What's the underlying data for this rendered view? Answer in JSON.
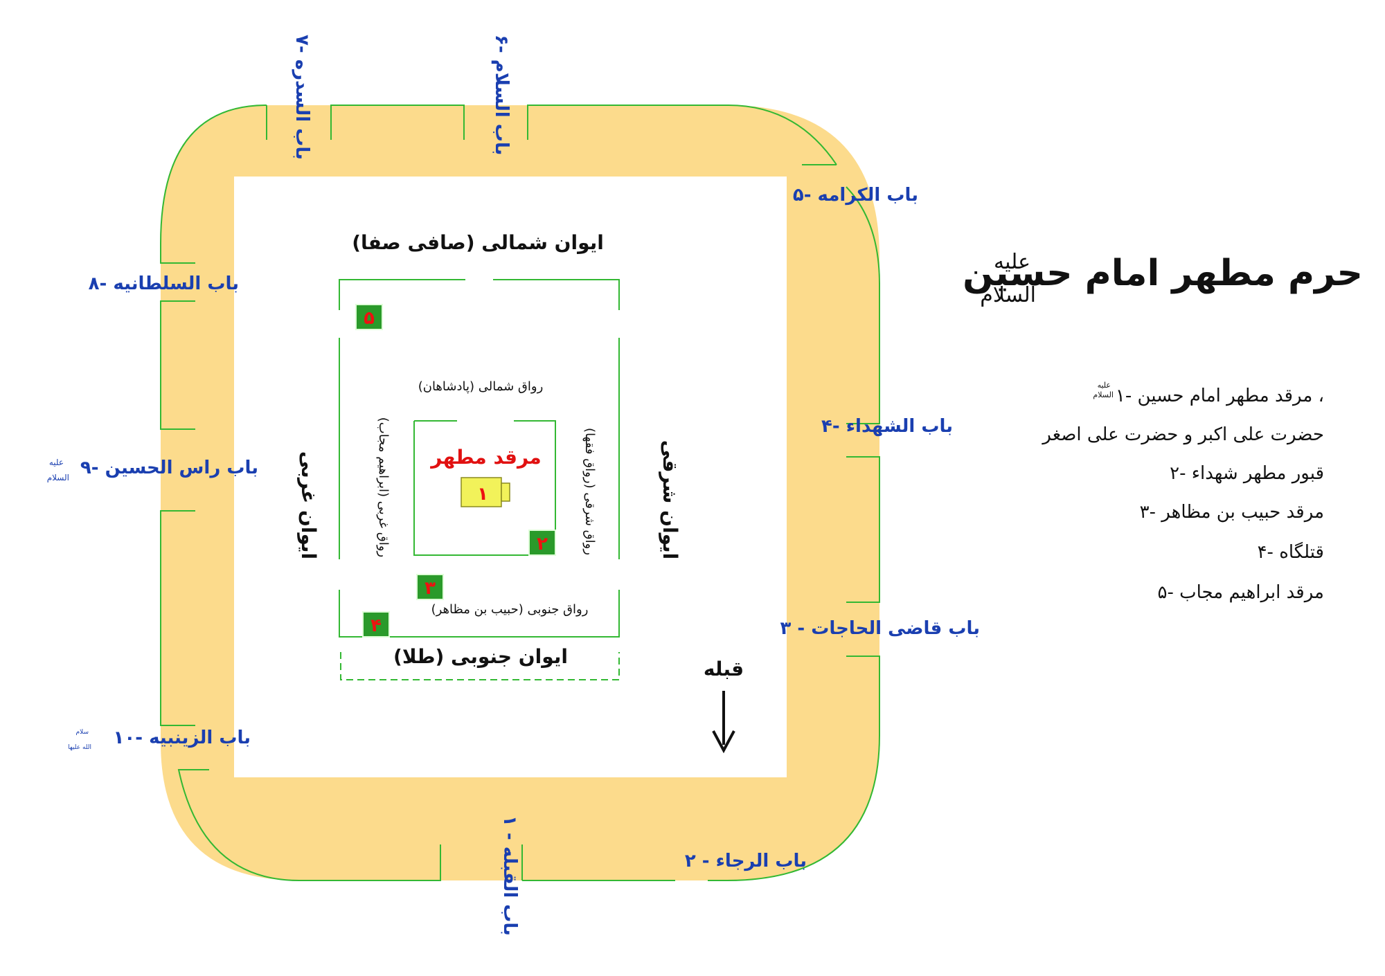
{
  "title": {
    "main": "حرم مطهر امام حسین",
    "honorific_top": "علیه",
    "honorific_bottom": "السلام"
  },
  "legend": [
    "۱- مرقد مطهر امام حسین ،",
    "حضرت علی اکبر و حضرت علی اصغر",
    "۲- قبور مطهر شهداء",
    "۳- مرقد حبیب بن مظاهر",
    "۴- قتلگاه",
    "۵- مرقد ابراهیم مجاب"
  ],
  "legend_honorific": [
    "علیه",
    "السلام"
  ],
  "gates": {
    "g1": "۱ - باب القبله",
    "g2": "۲ - باب الرجاء",
    "g3": "۳ - باب قاضی الحاجات",
    "g4": "۴- باب الشهداء",
    "g5": "۵- باب الکرامه",
    "g6": "۶- باب السلام",
    "g7": "۷- باب السدره",
    "g8": "۸- باب السلطانیه",
    "g9": "۹- باب راس الحسین",
    "g10": "۱۰- باب الزینبیه"
  },
  "gate_honorifics": {
    "g9_top": "علیه",
    "g9_bottom": "السلام",
    "g10_top": "سلام",
    "g10_bottom": "الله علیها"
  },
  "iwans": {
    "north": "ایوان شمالی (صافی صفا)",
    "south": "ایوان جنوبی (طلا)",
    "east": "ایوان شرقی",
    "west": "ایوان غربی"
  },
  "riwaqs": {
    "north": "رواق شمالی (پادشاهان)",
    "south": "رواق جنوبی (حبیب بن مظاهر)",
    "east": "رواق شرقی (رواق فقها)",
    "west": "رواق غربی (ابراهیم مجاب)"
  },
  "shrine_label": "مرقد مطهر",
  "markers": [
    "۱",
    "۲",
    "۳",
    "۴",
    "۵"
  ],
  "qibla": "قبله",
  "colors": {
    "courtyard": "#fcdb8c",
    "outline": "#33b833",
    "gate_text": "#1a3fb0",
    "marker_bg": "#2a9a2a",
    "marker_text": "#e11111",
    "shrine_box": "#f2f25a",
    "shrine_label": "#e11111"
  }
}
